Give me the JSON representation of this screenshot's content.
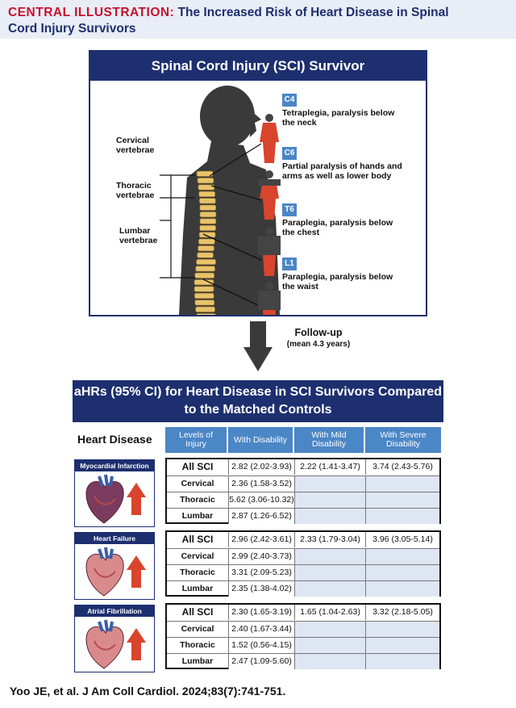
{
  "header": {
    "tag": "CENTRAL ILLUSTRATION:",
    "title_line1": "The Increased Risk of Heart Disease in Spinal",
    "title_line2": "Cord Injury Survivors"
  },
  "top_panel": {
    "banner": "Spinal Cord Injury (SCI) Survivor",
    "spine_labels": [
      {
        "line1": "Cervical",
        "line2": "vertebrae"
      },
      {
        "line1": "Thoracic",
        "line2": "vertebrae"
      },
      {
        "line1": "Lumbar",
        "line2": "vertebrae"
      }
    ],
    "levels": [
      {
        "code": "C4",
        "line1": "Tetraplegia, paralysis below",
        "line2": "the neck"
      },
      {
        "code": "C6",
        "line1": "Partial paralysis of hands and",
        "line2": "arms as well as lower body"
      },
      {
        "code": "T6",
        "line1": "Paraplegia, paralysis below",
        "line2": "the chest"
      },
      {
        "code": "L1",
        "line1": "Paraplegia, paralysis below",
        "line2": "the waist"
      }
    ],
    "colors": {
      "paralyzed": "#d9442c",
      "unaffected": "#444444",
      "spine": "#e8c36a"
    }
  },
  "follow_up": {
    "title": "Follow-up",
    "subtitle": "(mean 4.3 years)"
  },
  "results": {
    "banner_line1": "aHRs (95% CI) for Heart Disease in SCI Survivors Compared",
    "banner_line2": "to the Matched Controls",
    "row_header": "Heart Disease",
    "columns": [
      {
        "line1": "Levels of",
        "line2": "Injury"
      },
      {
        "line1": "With Disability",
        "line2": ""
      },
      {
        "line1": "With Mild",
        "line2": "Disability"
      },
      {
        "line1": "With Severe",
        "line2": "Disability"
      }
    ],
    "diseases": [
      {
        "name": "Myocardial Infarction",
        "rows": [
          {
            "level": "All SCI",
            "with_disability": "2.82 (2.02-3.93)",
            "mild": "2.22 (1.41-3.47)",
            "severe": "3.74 (2.43-5.76)"
          },
          {
            "level": "Cervical",
            "with_disability": "2.36 (1.58-3.52)",
            "mild": "",
            "severe": ""
          },
          {
            "level": "Thoracic",
            "with_disability": "5.62 (3.06-10.32)",
            "mild": "",
            "severe": ""
          },
          {
            "level": "Lumbar",
            "with_disability": "2.87 (1.26-6.52)",
            "mild": "",
            "severe": ""
          }
        ]
      },
      {
        "name": "Heart Failure",
        "rows": [
          {
            "level": "All SCI",
            "with_disability": "2.96 (2.42-3.61)",
            "mild": "2.33 (1.79-3.04)",
            "severe": "3.96 (3.05-5.14)"
          },
          {
            "level": "Cervical",
            "with_disability": "2.99 (2.40-3.73)",
            "mild": "",
            "severe": ""
          },
          {
            "level": "Thoracic",
            "with_disability": "3.31 (2.09-5.23)",
            "mild": "",
            "severe": ""
          },
          {
            "level": "Lumbar",
            "with_disability": "2.35 (1.38-4.02)",
            "mild": "",
            "severe": ""
          }
        ]
      },
      {
        "name": "Atrial Fibrillation",
        "rows": [
          {
            "level": "All SCI",
            "with_disability": "2.30 (1.65-3.19)",
            "mild": "1.65 (1.04-2.63)",
            "severe": "3.32 (2.18-5.05)"
          },
          {
            "level": "Cervical",
            "with_disability": "2.40 (1.67-3.44)",
            "mild": "",
            "severe": ""
          },
          {
            "level": "Thoracic",
            "with_disability": "1.52 (0.56-4.15)",
            "mild": "",
            "severe": ""
          },
          {
            "level": "Lumbar",
            "with_disability": "2.47 (1.09-5.60)",
            "mild": "",
            "severe": ""
          }
        ]
      }
    ],
    "colors": {
      "banner": "#1d2f6f",
      "column_header": "#4b86c6",
      "risk_arrow": "#d9442c",
      "empty_cell": "#dfe6f3"
    }
  },
  "citation": "Yoo JE, et al. J Am Coll Cardiol. 2024;83(7):741-751."
}
